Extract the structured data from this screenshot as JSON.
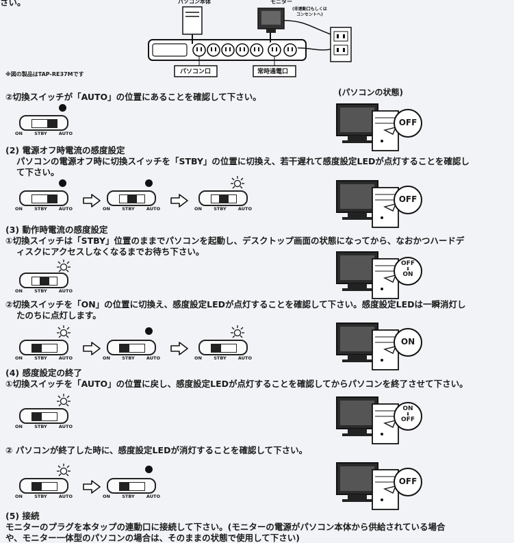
{
  "top_fragment": "さい。",
  "diagram": {
    "pc_body_label": "パソコン本体",
    "monitor_label": "モニター",
    "monitor_note_1": "(非連動口もしくは",
    "monitor_note_2": "コンセントへ)",
    "pc_outlet_label": "パソコン口",
    "always_on_label": "常時通電口",
    "product_note": "※図の製品はTAP-RE37Mです"
  },
  "pc_state_heading": "(パソコンの状態)",
  "switch_labels": {
    "on": "ON",
    "stby": "STBY",
    "auto": "AUTO"
  },
  "bubbles": {
    "off": "OFF",
    "on": "ON",
    "off_on_top": "OFF",
    "off_on_bottom": "ON",
    "on_off_top": "ON",
    "on_off_bottom": "OFF"
  },
  "step_2": "②切換スイッチが「AUTO」の位置にあることを確認して下さい。",
  "section_2": {
    "title": "(2) 電源オフ時電流の感度設定",
    "line1": "パソコンの電源オフ時に切換スイッチを「STBY」の位置に切換え、若干遅れて感度設定LEDが点灯することを確認し",
    "line2": "て下さい。"
  },
  "section_3": {
    "title": "(3) 動作時電流の感度設定",
    "step1_line1": "①切換スイッチは「STBY」位置のままでパソコンを起動し、デスクトップ画面の状態になってから、なおかつハードデ",
    "step1_line2": "ィスクにアクセスしなくなるまでお待ち下さい。",
    "step2_line1": "②切換スイッチを「ON」の位置に切換え、感度設定LEDが点灯することを確認して下さい。感度設定LEDは一瞬消灯し",
    "step2_line2": "たのちに点灯します。"
  },
  "section_4": {
    "title": "(4) 感度設定の終了",
    "step1": "①切換スイッチを「AUTO」の位置に戻し、感度設定LEDが点灯することを確認してからパソコンを終了させて下さい。",
    "step2": "② パソコンが終了した時に、感度設定LEDが消灯することを確認して下さい。"
  },
  "section_5": {
    "title": "(5) 接続",
    "line1": "モニターのプラグを本タップの連動口に接続して下さい。(モニターの電源がパソコン本体から供給されている場合",
    "line2": "や、モニター一体型のパソコンの場合は、そのままの状態で使用して下さい)"
  }
}
